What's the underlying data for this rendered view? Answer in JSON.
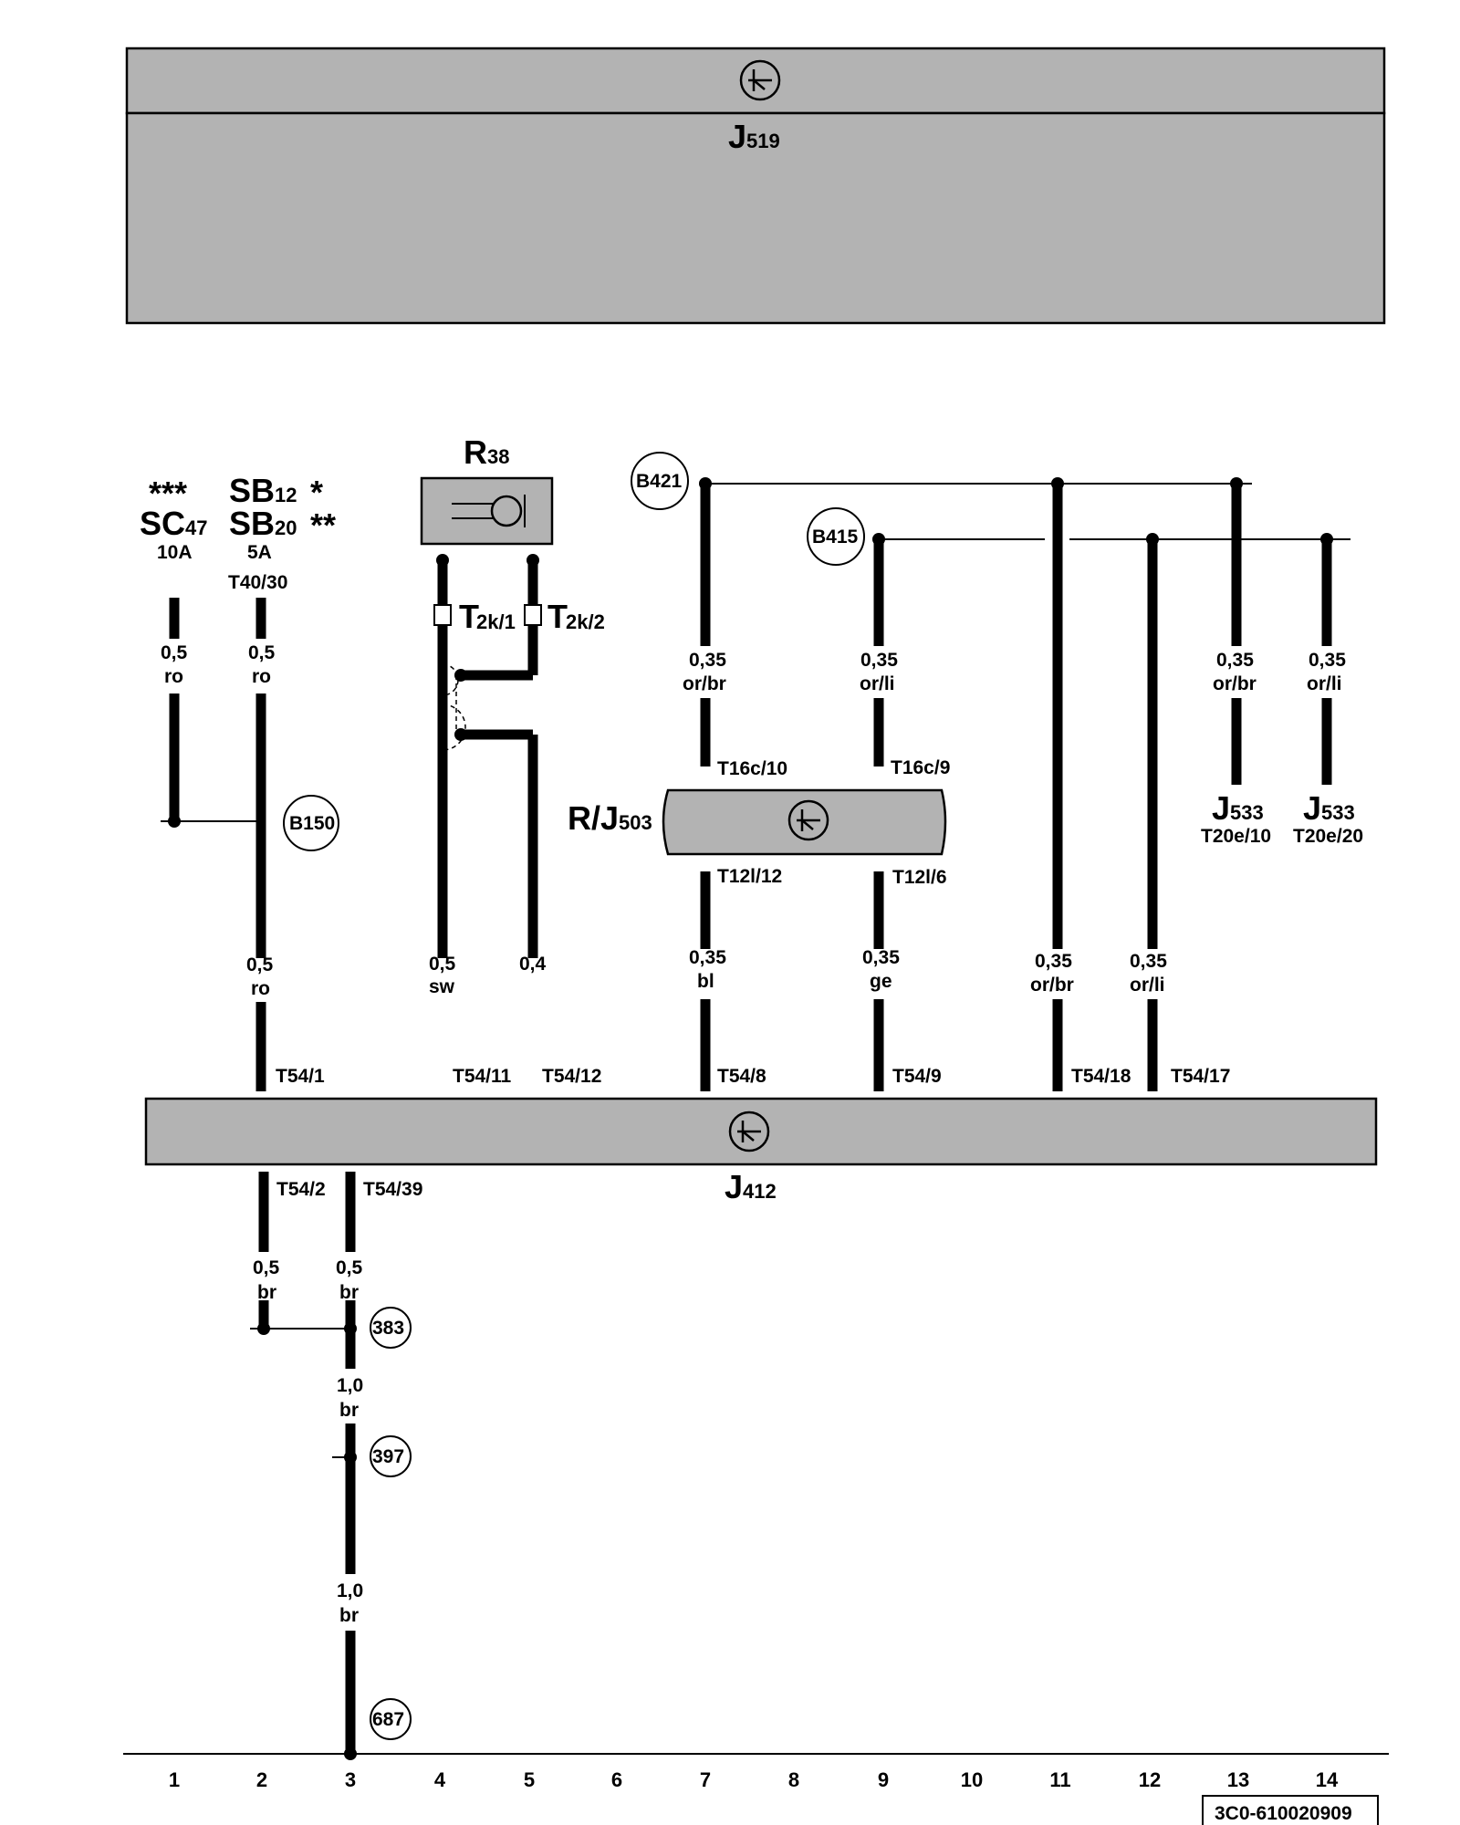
{
  "modules": {
    "j519": {
      "label": "J",
      "sub": "519"
    },
    "j412": {
      "label": "J",
      "sub": "412"
    },
    "rj503": {
      "label": "R/J",
      "sub": "503"
    },
    "r38": {
      "label": "R",
      "sub": "38"
    }
  },
  "fuses": {
    "sc47": {
      "stars": "***",
      "label": "SC",
      "sub": "47",
      "rating": "10A"
    },
    "sb12": {
      "label": "SB",
      "sub": "12",
      "stars": "*"
    },
    "sb20": {
      "label": "SB",
      "sub": "20",
      "stars": "**",
      "rating": "5A",
      "connector": "T40/30"
    }
  },
  "connectors": {
    "t2k1": {
      "label": "T",
      "sub": "2k/1"
    },
    "t2k2": {
      "label": "T",
      "sub": "2k/2"
    }
  },
  "nodes": {
    "b421": "B421",
    "b415": "B415",
    "b150": "B150",
    "g383": "383",
    "g397": "397",
    "g687": "687"
  },
  "wires": {
    "c1": {
      "size": "0,5",
      "color": "ro"
    },
    "c2a": {
      "size": "0,5",
      "color": "ro"
    },
    "c2b": {
      "size": "0,5",
      "color": "ro"
    },
    "c4": {
      "size": "0,5",
      "color": "sw"
    },
    "c5": {
      "size": "0,4",
      "color": ""
    },
    "c7a": {
      "size": "0,35",
      "color": "or/br"
    },
    "c7b": {
      "size": "0,35",
      "color": "bl"
    },
    "c9a": {
      "size": "0,35",
      "color": "or/li"
    },
    "c9b": {
      "size": "0,35",
      "color": "ge"
    },
    "c11": {
      "size": "0,35",
      "color": "or/br"
    },
    "c12": {
      "size": "0,35",
      "color": "or/li"
    },
    "c13": {
      "size": "0,35",
      "color": "or/br"
    },
    "c14": {
      "size": "0,35",
      "color": "or/li"
    },
    "b2": {
      "size": "0,5",
      "color": "br"
    },
    "b3": {
      "size": "0,5",
      "color": "br"
    },
    "b3b": {
      "size": "1,0",
      "color": "br"
    },
    "b3c": {
      "size": "1,0",
      "color": "br"
    }
  },
  "pins": {
    "t16c10": "T16c/10",
    "t16c9": "T16c/9",
    "t12l12": "T12l/12",
    "t12l6": "T12l/6",
    "t541": "T54/1",
    "t5411": "T54/11",
    "t5412": "T54/12",
    "t548": "T54/8",
    "t549": "T54/9",
    "t5418": "T54/18",
    "t5417": "T54/17",
    "t542": "T54/2",
    "t5439": "T54/39"
  },
  "j533_left": {
    "label": "J",
    "sub": "533",
    "pin": "T20e/10"
  },
  "j533_right": {
    "label": "J",
    "sub": "533",
    "pin": "T20e/20"
  },
  "columns": [
    "1",
    "2",
    "3",
    "4",
    "5",
    "6",
    "7",
    "8",
    "9",
    "10",
    "11",
    "12",
    "13",
    "14"
  ],
  "diagram_id": "3C0-610020909"
}
